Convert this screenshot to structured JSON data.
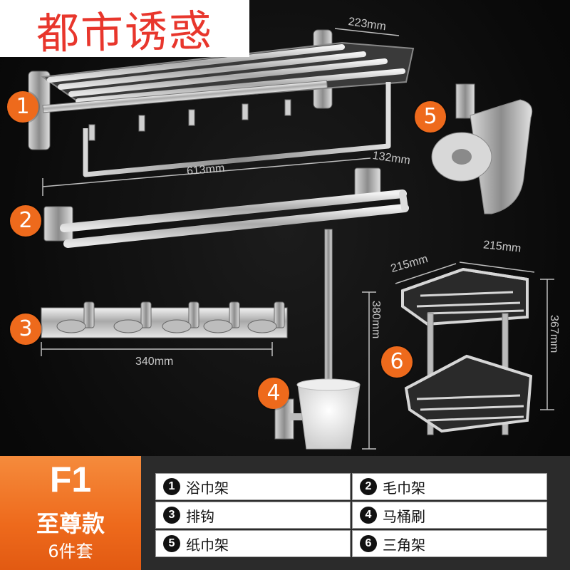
{
  "brand": {
    "text": "都市诱惑",
    "color": "#e8362c"
  },
  "accent_color": "#ee6a1c",
  "items": [
    {
      "num": "1",
      "label": "浴巾架"
    },
    {
      "num": "2",
      "label": "毛巾架"
    },
    {
      "num": "3",
      "label": "排钩"
    },
    {
      "num": "4",
      "label": "马桶刷"
    },
    {
      "num": "5",
      "label": "纸巾架"
    },
    {
      "num": "6",
      "label": "三角架"
    }
  ],
  "dimensions": {
    "bath_rack_depth": "223mm",
    "bath_rack_width": "613mm",
    "towel_bar_depth": "132mm",
    "hook_rail_width": "340mm",
    "brush_height": "380mm",
    "corner_left": "215mm",
    "corner_right": "215mm",
    "corner_height": "367mm"
  },
  "model": {
    "code": "F1",
    "name": "至尊款",
    "count": "6件套"
  }
}
